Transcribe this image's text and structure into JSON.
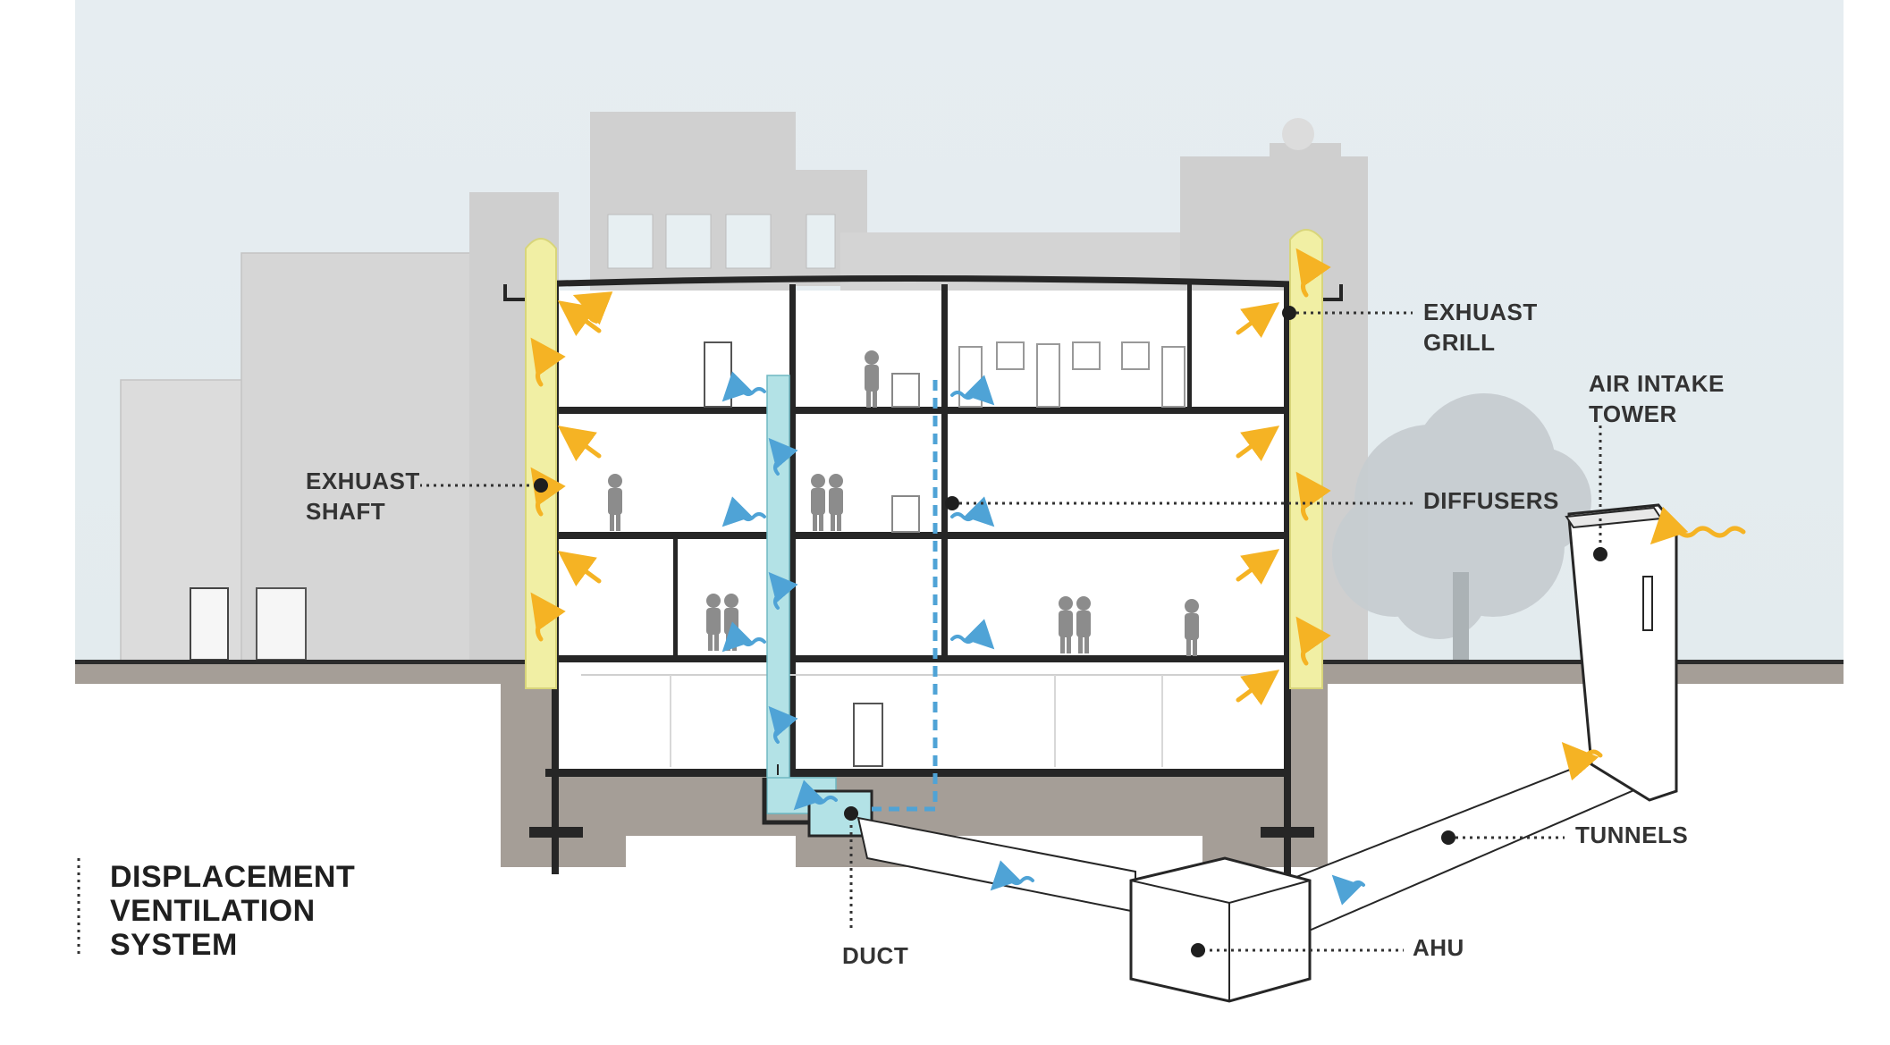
{
  "title": {
    "line1": "DISPLACEMENT",
    "line2": "VENTILATION",
    "line3": "SYSTEM"
  },
  "labels": {
    "exhaust_grill_1": "EXHUAST",
    "exhaust_grill_2": "GRILL",
    "air_intake_1": "AIR INTAKE",
    "air_intake_2": "TOWER",
    "exhaust_shaft_1": "EXHUAST",
    "exhaust_shaft_2": "SHAFT",
    "diffusers": "DIFFUSERS",
    "tunnels": "TUNNELS",
    "ahu": "AHU",
    "duct": "DUCT"
  },
  "colors": {
    "sky": "#e9eef1",
    "background_buildings": "#d4d4d4",
    "ground": "#a39b94",
    "structure": "#262626",
    "exhaust_shaft": "#f1efa4",
    "supply_duct": "#b3e2e6",
    "exhaust_arrow": "#f5b324",
    "supply_arrow": "#4fa3d6",
    "tree": "#c6ccd0"
  }
}
